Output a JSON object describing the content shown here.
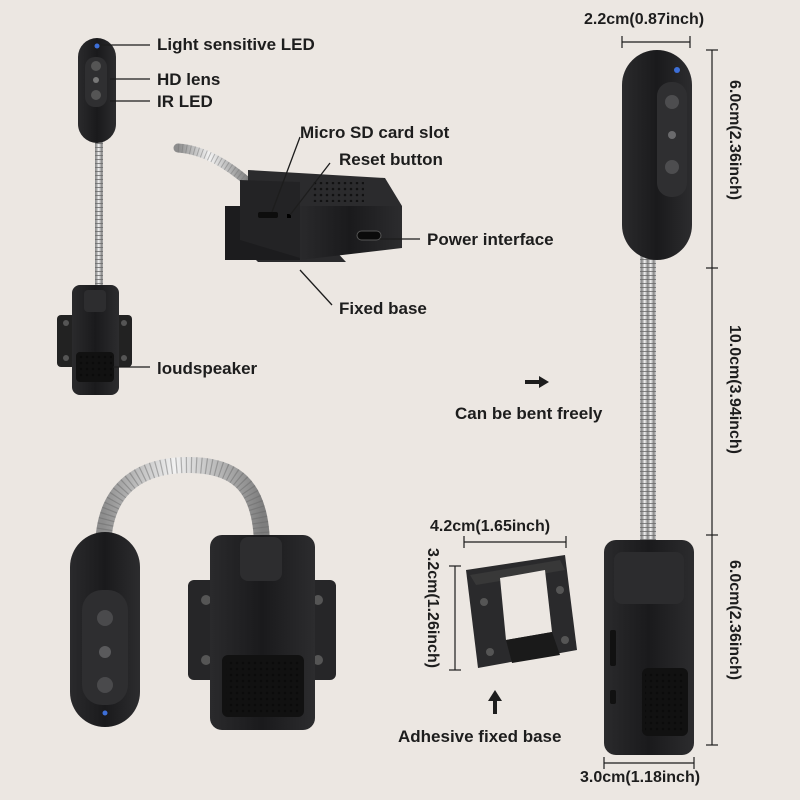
{
  "labels": {
    "light_sensitive_led": "Light sensitive LED",
    "hd_lens": "HD lens",
    "ir_led": "IR LED",
    "micro_sd_slot": "Micro SD card slot",
    "reset_button": "Reset button",
    "power_interface": "Power interface",
    "fixed_base": "Fixed base",
    "loudspeaker": "loudspeaker",
    "can_be_bent_freely": "Can be bent freely",
    "adhesive_fixed_base": "Adhesive fixed base"
  },
  "dimensions": {
    "head_width": "2.2cm(0.87inch)",
    "head_length": "6.0cm(2.36inch)",
    "neck_length": "10.0cm(3.94inch)",
    "body_length": "6.0cm(2.36inch)",
    "body_width": "3.0cm(1.18inch)",
    "base_width": "4.2cm(1.65inch)",
    "base_height": "3.2cm(1.26inch)"
  },
  "colors": {
    "background": "#ece7e2",
    "device": "#1f1f21",
    "metal": "#c9c9c9"
  }
}
